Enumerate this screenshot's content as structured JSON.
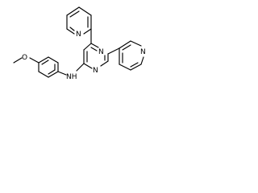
{
  "molecule": {
    "atoms": {
      "pyrimidine_n1": "N",
      "pyrimidine_n3": "N",
      "pyridin2yl_n": "N",
      "pyridin4yl_n": "N",
      "amine_nh": "NH",
      "methoxy_o": "O"
    }
  }
}
